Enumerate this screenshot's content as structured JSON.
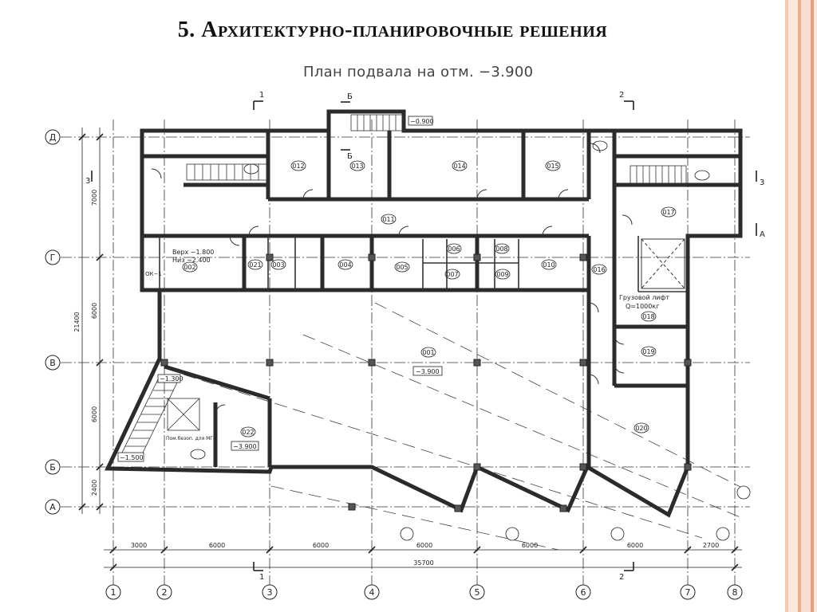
{
  "slide": {
    "title": "5. Архитектурно-планировочные решения",
    "plan_title": "План подвала на отм. −3.900"
  },
  "axes": {
    "columns": [
      "1",
      "2",
      "3",
      "4",
      "5",
      "6",
      "7",
      "8"
    ],
    "rows": [
      "Д",
      "Г",
      "В",
      "Б",
      "А"
    ],
    "column_spans": [
      "3000",
      "6000",
      "6000",
      "6000",
      "6000",
      "6000",
      "2700"
    ],
    "column_total": "35700",
    "row_spans": [
      "7000",
      "6000",
      "6000",
      "2400"
    ],
    "row_total": "21400"
  },
  "rooms": [
    "001",
    "002",
    "003",
    "004",
    "005",
    "006",
    "007",
    "008",
    "009",
    "010",
    "011",
    "012",
    "013",
    "014",
    "015",
    "016",
    "017",
    "018",
    "019",
    "020",
    "021",
    "022"
  ],
  "labels": {
    "level_main": "−3.900",
    "level_entrance": "−0.900",
    "level_stair": "−1.500",
    "level_stair2": "−1.300",
    "level_022": "−3.900",
    "level_top": "Верх −1.800",
    "level_bottom": "Низ −2.400",
    "freight_lift_1": "Грузовой лифт",
    "freight_lift_2": "Q=1000кг",
    "mgn_shelter": "Пом.безоп. для МГН",
    "ventshaft": "ОК−1",
    "section_a": "А",
    "section_b": "Б",
    "section_3": "3",
    "section_1": "1",
    "section_2": "2"
  },
  "colors": {
    "ink": "#222222",
    "wall": "#2b2b2b",
    "edge_a": "#f6d6c4",
    "edge_b": "#ecad8c",
    "edge_c": "#fbe7db"
  }
}
